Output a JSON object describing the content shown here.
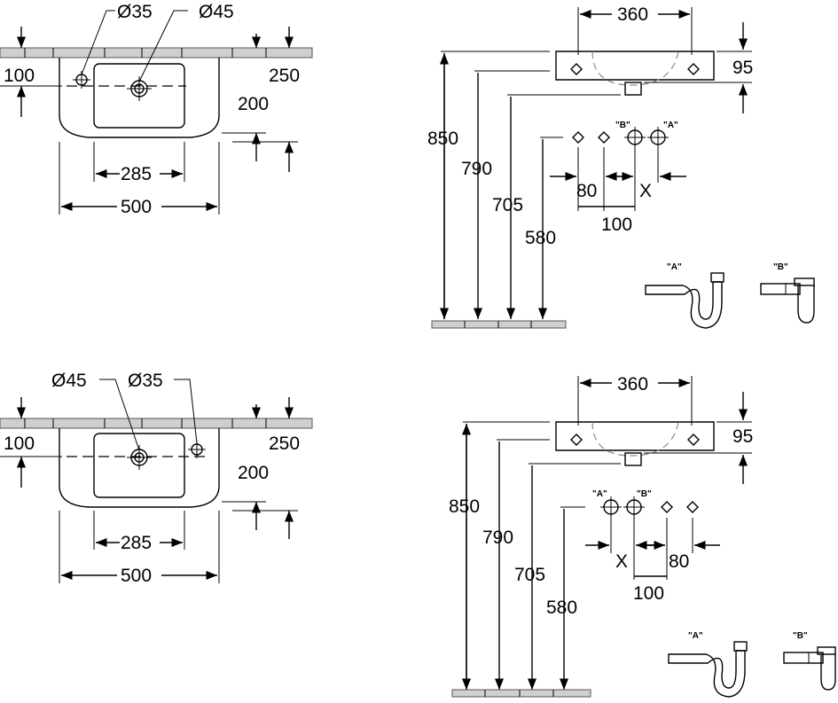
{
  "drawing_title": "Washbasin technical drawing",
  "top_plan": {
    "hole_small_label": "Ø35",
    "hole_large_label": "Ø45",
    "dim_left": "100",
    "dim_right_top": "250",
    "dim_right_mid": "200",
    "dim_bowl": "285",
    "dim_width": "500"
  },
  "top_elevation": {
    "dim_top": "360",
    "dim_right": "95",
    "dim_h1": "850",
    "dim_h2": "790",
    "dim_h3": "705",
    "dim_h4": "580",
    "connection_a_label": "\"A\"",
    "connection_b_label": "\"B\"",
    "dim_spacing_a": "80",
    "dim_spacing_b": "X",
    "dim_spacing_total": "100",
    "trap_a_label": "\"A\"",
    "trap_b_label": "\"B\""
  },
  "bottom_plan": {
    "hole_large_label": "Ø45",
    "hole_small_label": "Ø35",
    "dim_left": "100",
    "dim_right_top": "250",
    "dim_right_mid": "200",
    "dim_bowl": "285",
    "dim_width": "500"
  },
  "bottom_elevation": {
    "dim_top": "360",
    "dim_right": "95",
    "dim_h1": "850",
    "dim_h2": "790",
    "dim_h3": "705",
    "dim_h4": "580",
    "connection_a_label": "\"A\"",
    "connection_b_label": "\"B\"",
    "dim_spacing_a": "X",
    "dim_spacing_b": "80",
    "dim_spacing_total": "100",
    "trap_a_label": "\"A\"",
    "trap_b_label": "\"B\""
  }
}
